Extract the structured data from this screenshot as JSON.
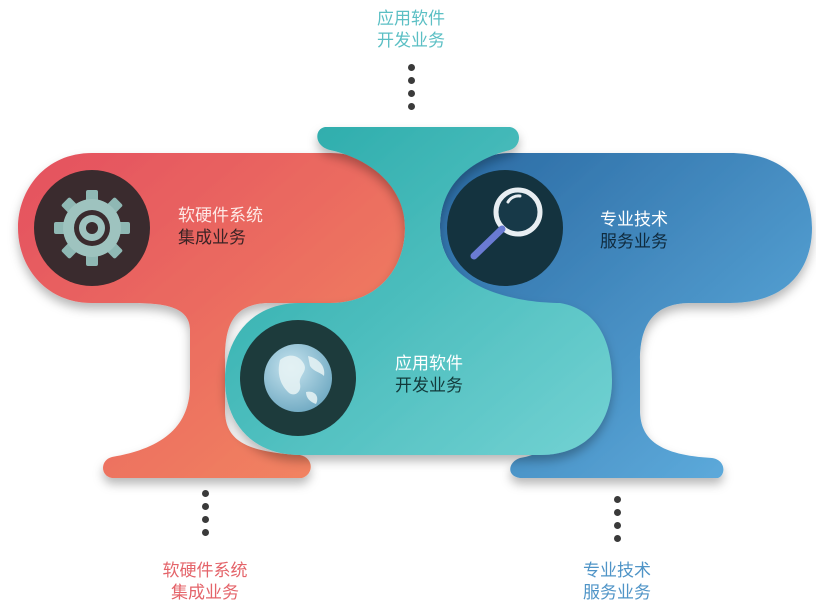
{
  "top_caption": {
    "line1": "应用软件",
    "line2": "开发业务",
    "color": "#5bbfc4"
  },
  "bottom_left_caption": {
    "line1": "软硬件系统",
    "line2": "集成业务",
    "color": "#e4646a"
  },
  "bottom_right_caption": {
    "line1": "专业技术",
    "line2": "服务业务",
    "color": "#4f94c7"
  },
  "modules": {
    "hardware": {
      "line1": "软硬件系统",
      "line2": "集成业务",
      "icon": "gear-icon",
      "colors": [
        "#e45365",
        "#f07e5c"
      ]
    },
    "software": {
      "line1": "应用软件",
      "line2": "开发业务",
      "icon": "globe-icon",
      "colors": [
        "#2fb0ae",
        "#6bcfd0"
      ]
    },
    "service": {
      "line1": "专业技术",
      "line2": "服务业务",
      "icon": "magnifier-icon",
      "colors": [
        "#2f6fa6",
        "#5aa8dc"
      ]
    }
  }
}
